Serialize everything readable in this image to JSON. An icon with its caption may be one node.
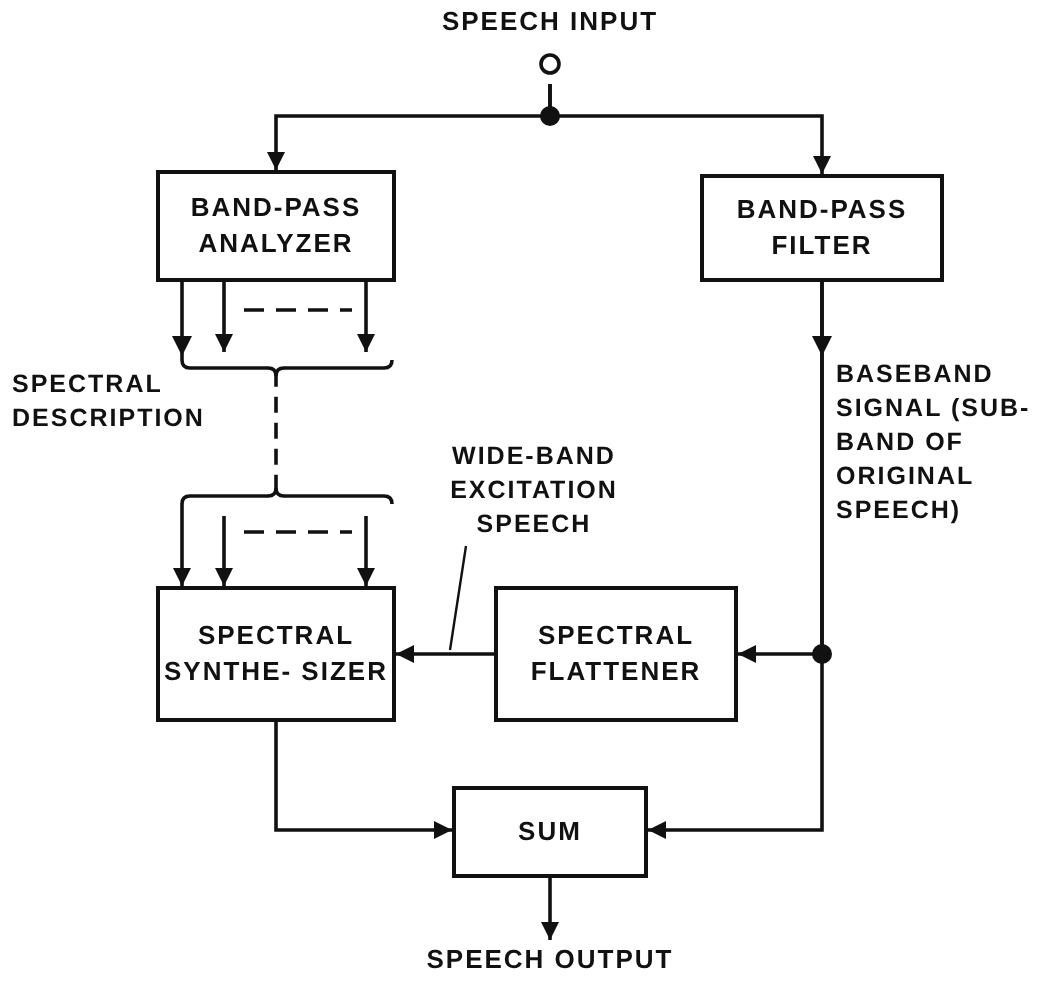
{
  "diagram": {
    "nodes": [
      {
        "text": [
          "SPEECH INPUT"
        ]
      },
      {
        "text": [
          "BAND-PASS ANALYZER"
        ]
      },
      {
        "text": [
          "BAND-PASS FILTER"
        ]
      },
      {
        "text": [
          "SPECTRAL SYNTHE- SIZER"
        ]
      },
      {
        "text": [
          "SPECTRAL FLATTENER"
        ]
      },
      {
        "text": [
          "SUM"
        ]
      },
      {
        "text": [
          "SPEECH OUTPUT"
        ]
      }
    ],
    "edges": [
      {
        "from": 0,
        "to": 1,
        "arrow": "to"
      },
      {
        "from": 0,
        "to": 2,
        "arrow": "to"
      },
      {
        "from": 1,
        "to": 3,
        "arrow": "to",
        "style": "dashed",
        "label": "SPECTRAL DESCRIPTION"
      },
      {
        "from": 4,
        "to": 3,
        "arrow": "to",
        "label": "WIDE-BAND EXCITATION SPEECH"
      },
      {
        "from": 2,
        "to": 4,
        "arrow": "to",
        "label": "BASEBAND SIGNAL (SUB-BAND OF ORIGINAL SPEECH)"
      },
      {
        "from": 2,
        "to": 5,
        "arrow": "to"
      },
      {
        "from": 3,
        "to": 5,
        "arrow": "to"
      },
      {
        "from": 5,
        "to": 6,
        "arrow": "to"
      }
    ]
  }
}
